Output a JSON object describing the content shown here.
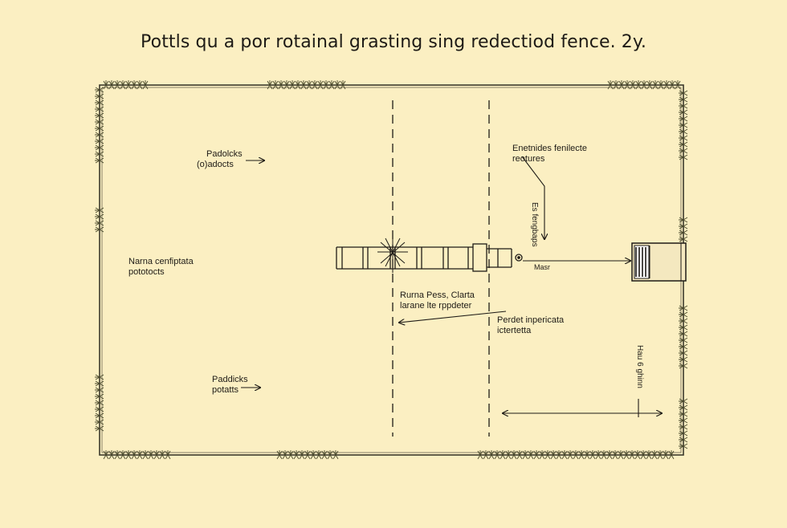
{
  "title": "Pottls qu a por rotainal grasting sing redectiod fence.  2y.",
  "labels": {
    "paddocks_top_1": "Padolcks",
    "paddocks_top_2": "(o)adocts",
    "name_left_1": "Narna cenfiptata",
    "name_left_2": "pototocts",
    "paddocks_bottom_1": "Paddicks",
    "paddocks_bottom_2": "potatts",
    "enetnides_1": "Enetnides fenilecte",
    "enetnides_2": "reotures",
    "vertical_mid": "Es fengbaps",
    "small_right": "Masr",
    "center_1": "Rurna Pess, Clarta",
    "center_2": "larane lte rppdeter",
    "right_1": "Perdet inpericata",
    "right_2": "ictertetta",
    "vertical_right": "Hau 6 ghinn"
  },
  "colors": {
    "background": "#fbefc2",
    "ink": "#1e1b16",
    "grass": "#4a4a2c"
  }
}
